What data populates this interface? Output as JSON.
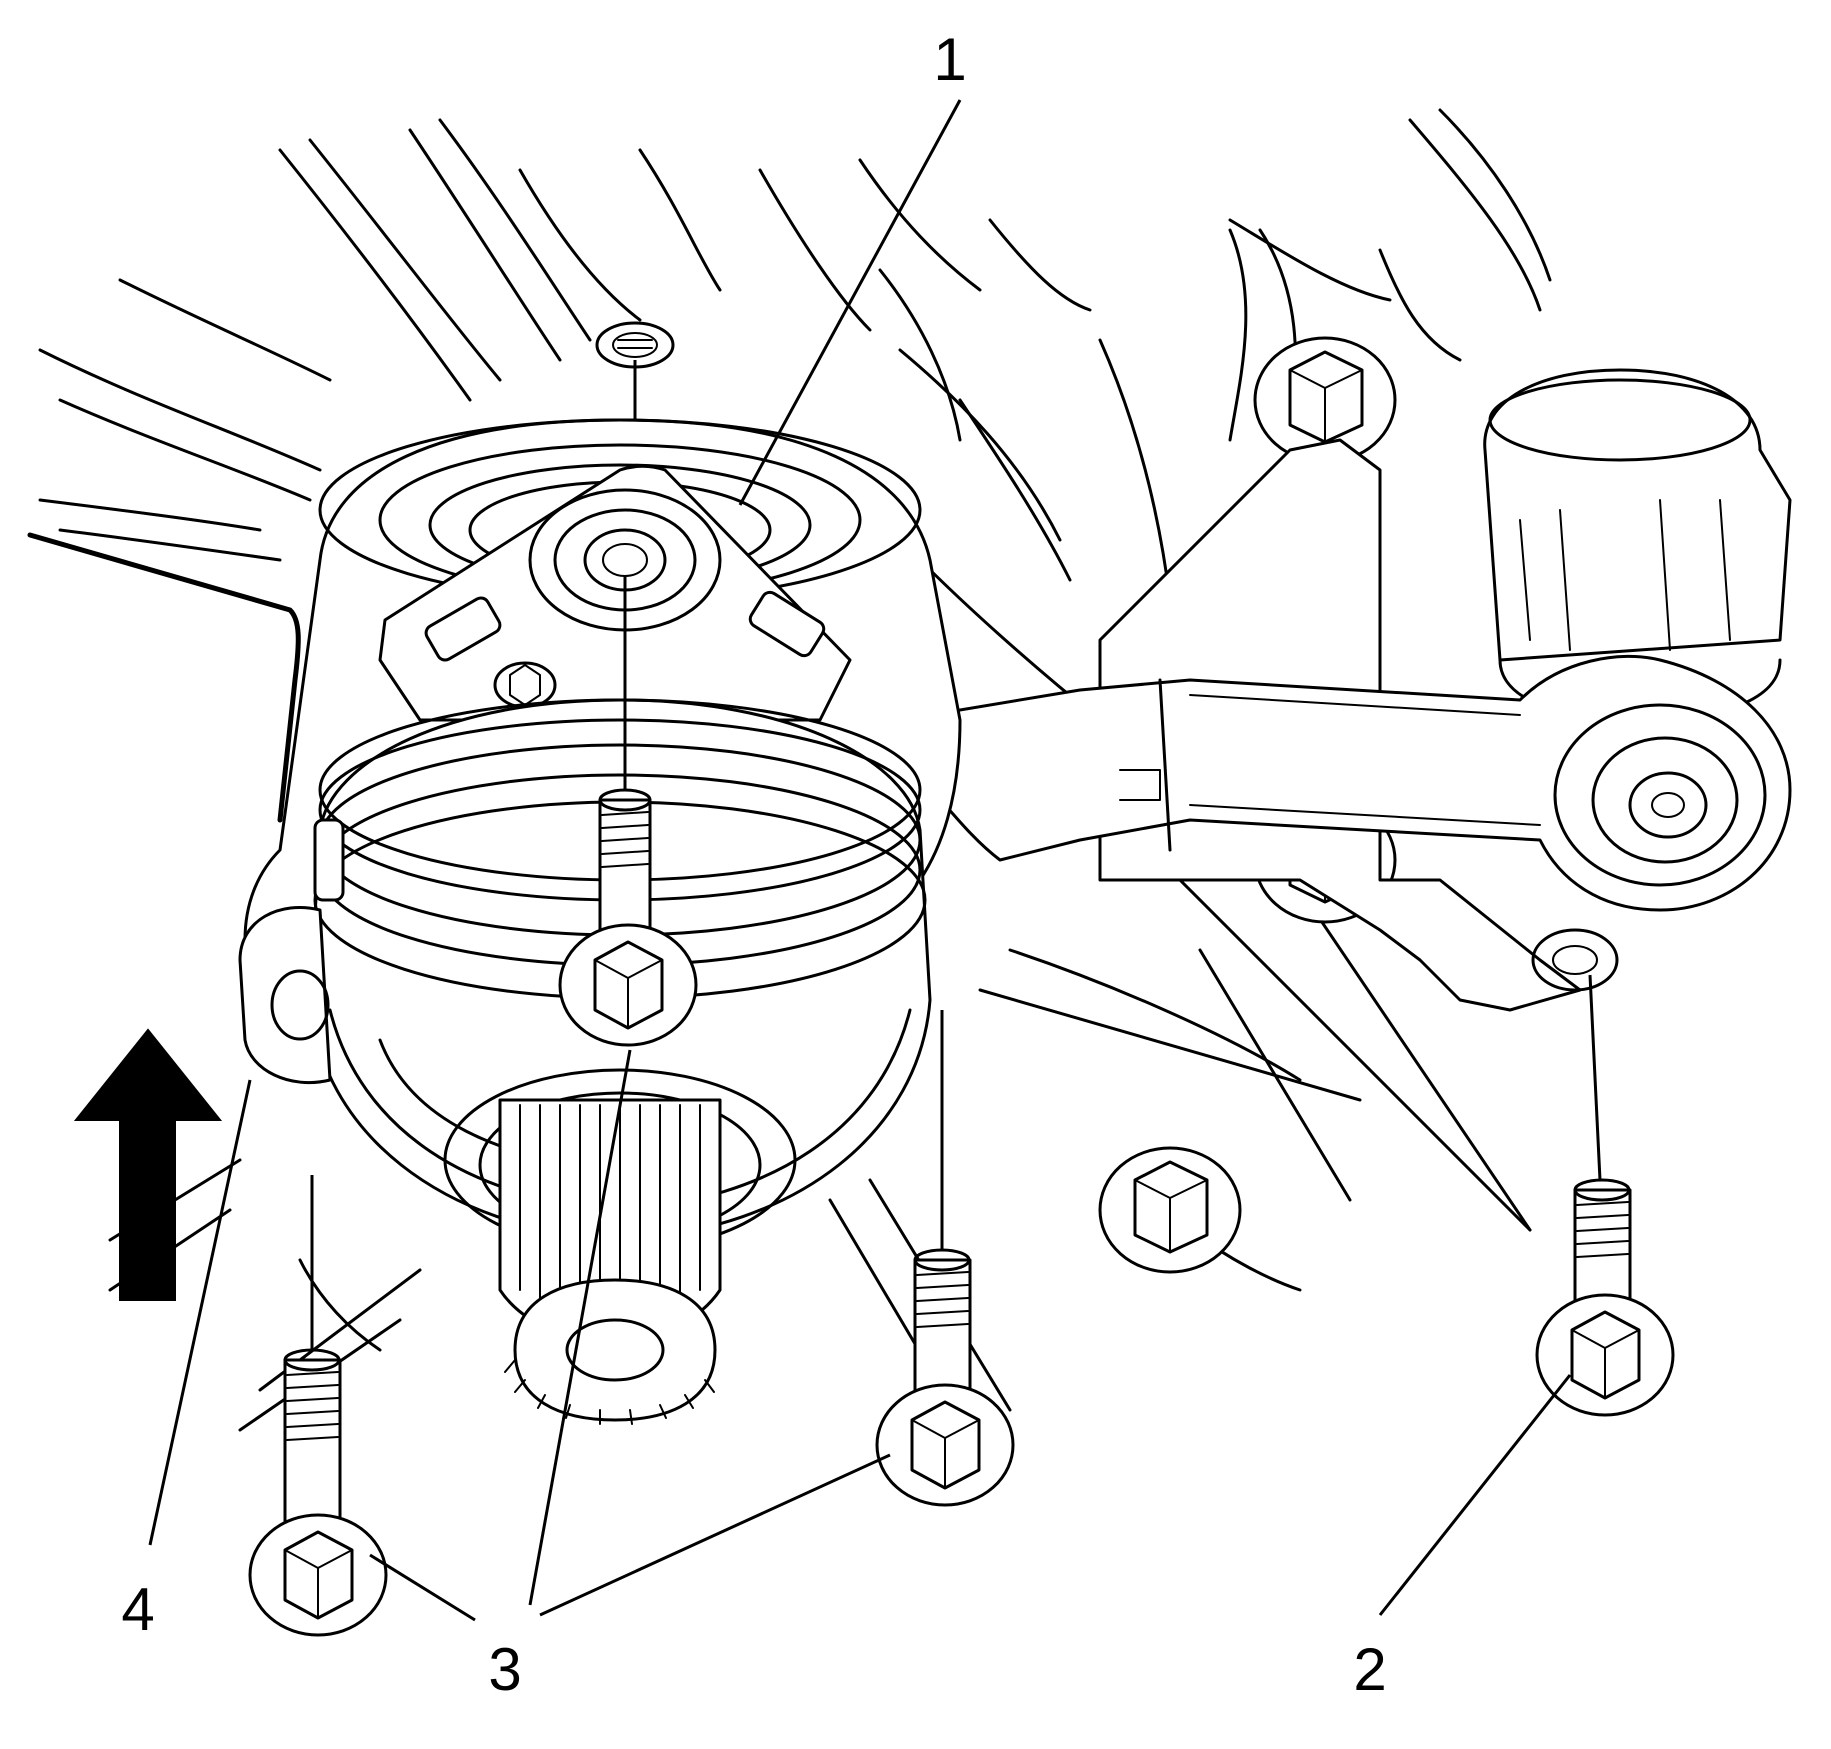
{
  "diagram": {
    "callouts": [
      {
        "id": "1",
        "text": "1"
      },
      {
        "id": "2",
        "text": "2"
      },
      {
        "id": "3",
        "text": "3"
      },
      {
        "id": "4",
        "text": "4"
      }
    ],
    "colors": {
      "ink": "#000000",
      "paper": "#ffffff"
    },
    "icons": [
      "direction-arrow-up-icon"
    ]
  }
}
